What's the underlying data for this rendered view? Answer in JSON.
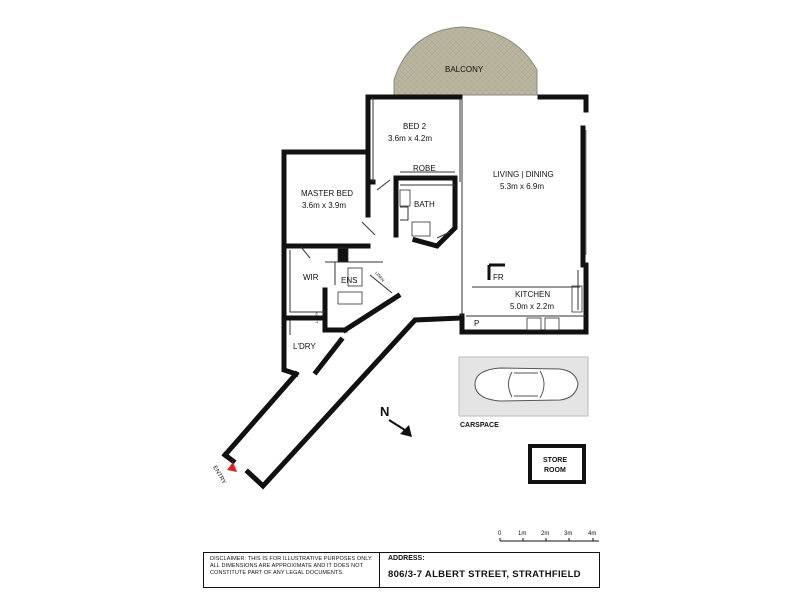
{
  "rooms": {
    "balcony": "BALCONY",
    "bed2": {
      "name": "BED 2",
      "size": "3.6m x 4.2m"
    },
    "robe": "ROBE",
    "living": {
      "name": "LIVING | DINING",
      "size": "5.3m x 6.9m"
    },
    "master": {
      "name": "MASTER BED",
      "size": "3.6m x 3.9m"
    },
    "bath": "BATH",
    "wir": "WIR",
    "ens": "ENS",
    "linen1": "LINEN",
    "linen2": "LINEN",
    "fridge": "FR",
    "kitchen": {
      "name": "KITCHEN",
      "size": "5.0m x 2.2m"
    },
    "pantry": "P",
    "laundry": "L'DRY",
    "entry": "ENTRY",
    "carspace": "CARSPACE",
    "store": {
      "line1": "STORE",
      "line2": "ROOM"
    },
    "north": "N"
  },
  "scale": {
    "ticks": [
      "0",
      "1m",
      "2m",
      "3m",
      "4m"
    ]
  },
  "footer": {
    "disclaimer": "DISCLAIMER: THIS IS FOR ILLUSTRATIVE PURPOSES ONLY. ALL DIMENSIONS ARE APPROXIMATE AND IT DOES NOT CONSTITUTE PART OF ANY LEGAL DOCUMENTS.",
    "address_label": "ADDRESS:",
    "address": "806/3-7 ALBERT STREET, STRATHFIELD"
  },
  "colors": {
    "wall": "#111111",
    "balcony": "#b9b49c",
    "carspace": "#e4e4e4",
    "entry_arrow": "#e02020"
  }
}
